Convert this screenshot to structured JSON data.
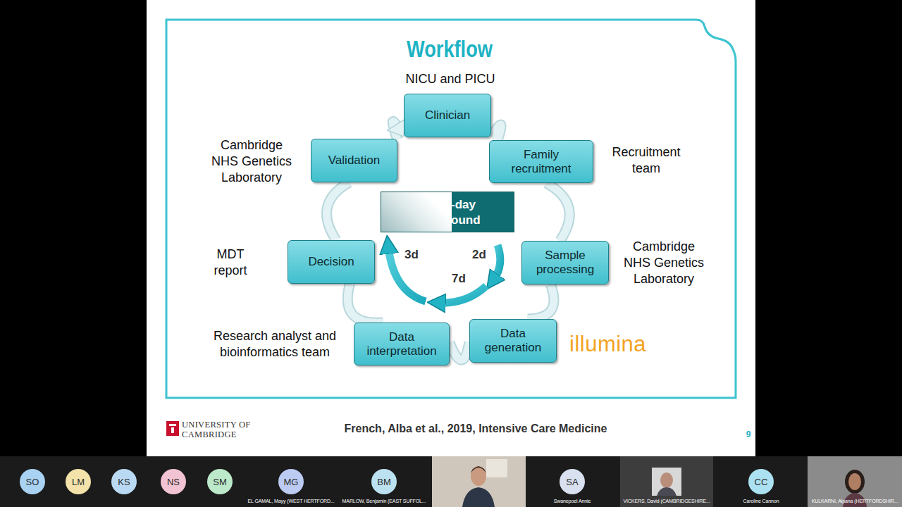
{
  "diagram": {
    "title": "Workflow",
    "nodes": [
      {
        "text": [
          "Clinician"
        ]
      },
      {
        "text": [
          "Family recruitment"
        ]
      },
      {
        "text": [
          "Sample processing"
        ]
      },
      {
        "text": [
          "Data generation"
        ]
      },
      {
        "text": [
          "Data interpretation"
        ]
      },
      {
        "text": [
          "Decision"
        ]
      },
      {
        "text": [
          "Validation"
        ]
      },
      {
        "text": [
          "-day ound"
        ]
      },
      {
        "text": [
          "SO"
        ]
      },
      {
        "text": [
          "LM"
        ]
      },
      {
        "text": [
          "KS"
        ]
      },
      {
        "text": [
          "NS"
        ]
      },
      {
        "text": [
          "SM"
        ]
      },
      {
        "text": [
          "MG"
        ]
      },
      {
        "text": [
          "BM"
        ]
      },
      {
        "text": [
          "SA"
        ]
      },
      {
        "text": [
          "CC"
        ]
      }
    ],
    "edges": [
      {
        "from": 0,
        "to": 1,
        "arrow": "none"
      },
      {
        "from": 1,
        "to": 2,
        "arrow": "none"
      },
      {
        "from": 2,
        "to": 3,
        "arrow": "none"
      },
      {
        "from": 3,
        "to": 4,
        "arrow": "none"
      },
      {
        "from": 4,
        "to": 5,
        "arrow": "none"
      },
      {
        "from": 5,
        "to": 6,
        "arrow": "none"
      },
      {
        "from": 6,
        "to": 0,
        "arrow": "to"
      }
    ],
    "labels": [
      "NICU and PICU",
      "Recruitment team",
      "Cambridge NHS Genetics Laboratory",
      "illumina",
      "Research analyst and bioinformatics team",
      "MDT report",
      "Cambridge NHS Genetics Laboratory",
      "3d",
      "2d",
      "7d",
      "UNIVERSITY OF CAMBRIDGE",
      "French, Alba et al., 2019, Intensive Care Medicine",
      "9",
      "EL GAMAL, Mayy (WEST HERTFORD...",
      "MARLOW, Benjamin (EAST SUFFOL...",
      "Swanepoel Annie",
      "VICKERS, David (CAMBRIDGESHIRE...",
      "Caroline Cannon",
      "KULKARNI, Alpana (HERTFORDSHIR..."
    ]
  }
}
